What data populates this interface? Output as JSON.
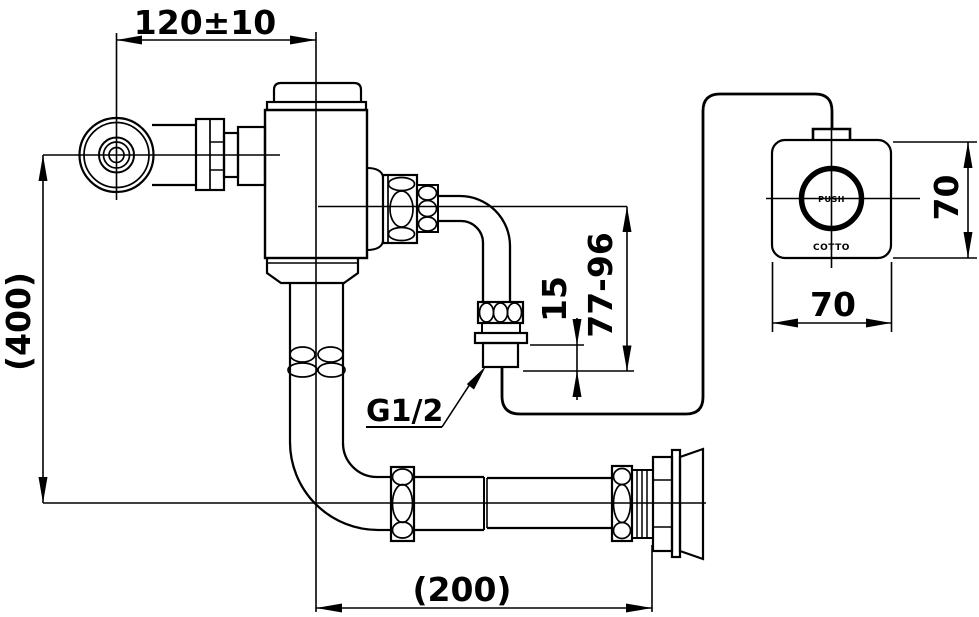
{
  "drawing": {
    "type": "technical-installation-diagram",
    "subject": "exposed flush valve with push-button actuator and wall spud",
    "colors": {
      "line": "#000000",
      "background": "#ffffff"
    },
    "labels": {
      "dim_top_width": "120±10",
      "dim_height": "(400)",
      "dim_outlet_range": "77-96",
      "dim_wall_offset": "15",
      "thread_label": "G1/2",
      "dim_bottom_length": "(200)",
      "dim_plate_height": "70",
      "dim_plate_width": "70",
      "button_label": "PUSH",
      "brand_label": "COTTO"
    }
  }
}
